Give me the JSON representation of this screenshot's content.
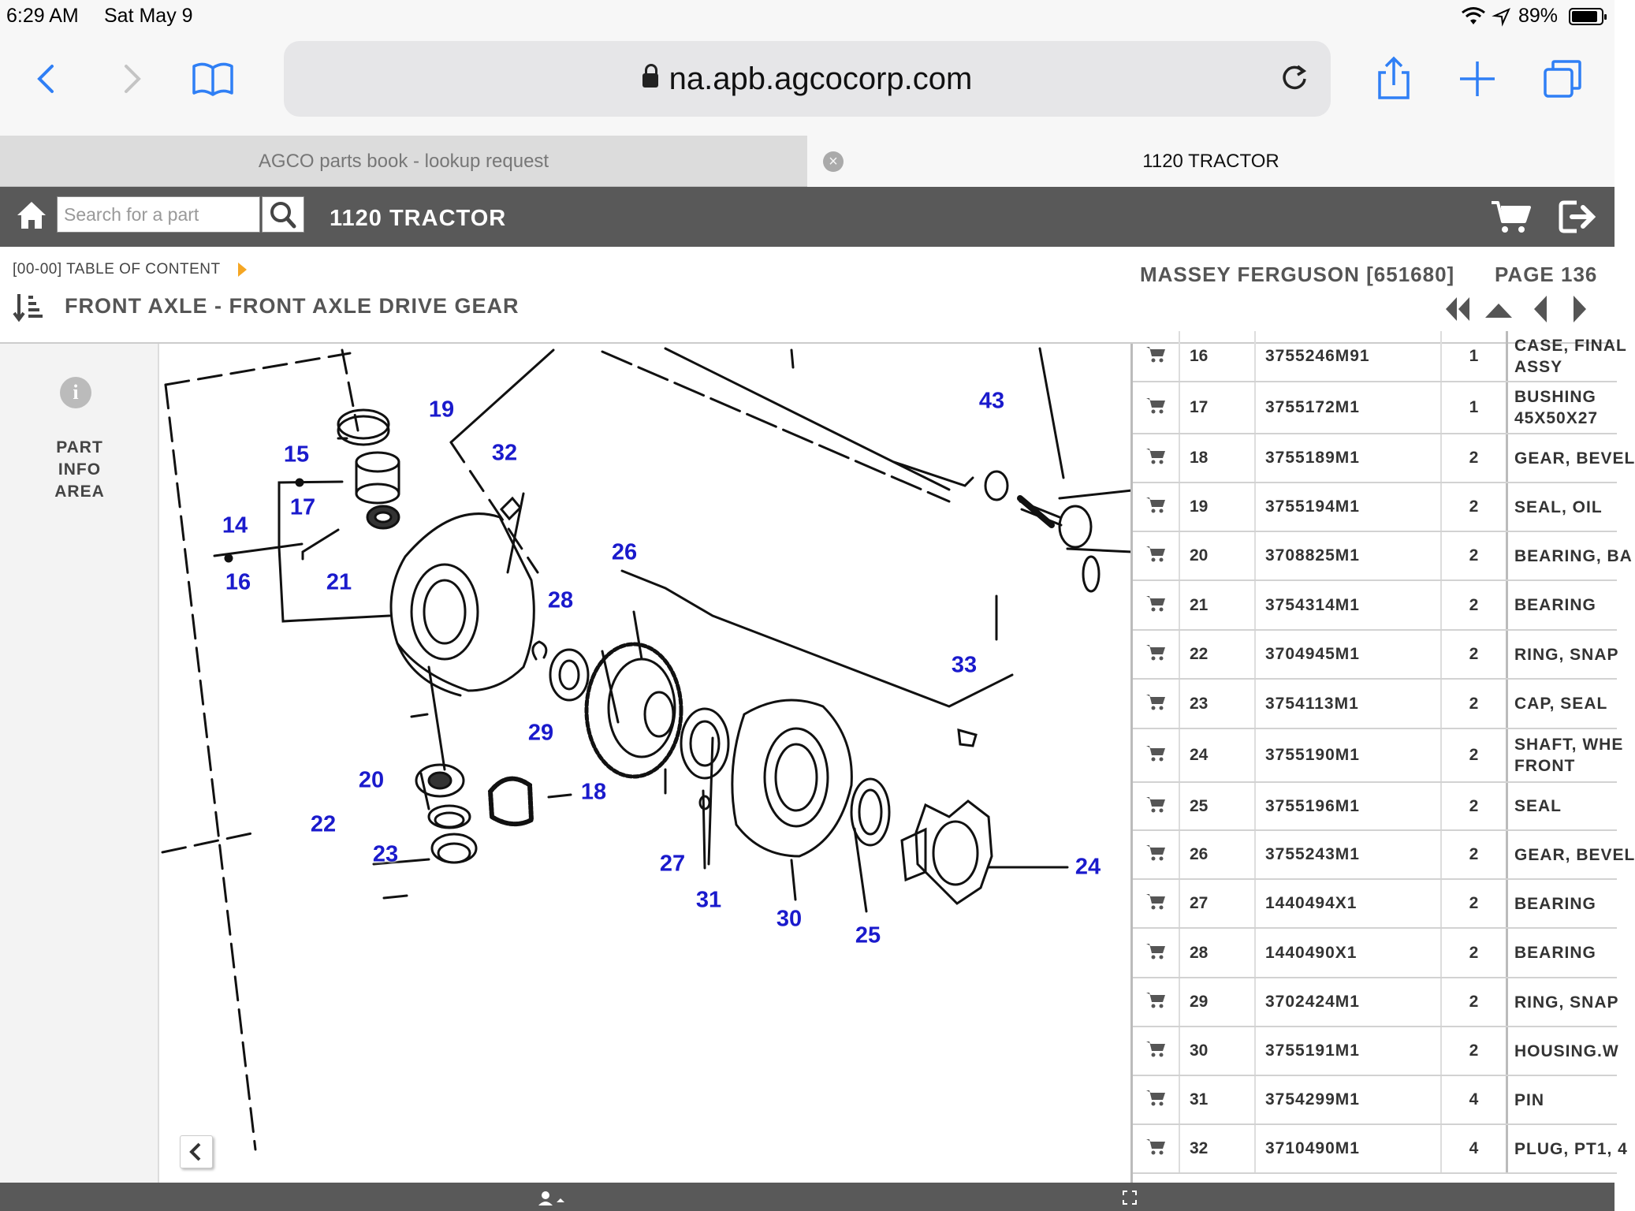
{
  "status_bar": {
    "time": "6:29 AM",
    "date": "Sat May 9",
    "battery": "89%"
  },
  "browser": {
    "url": "na.apb.agcocorp.com",
    "tabs": [
      {
        "label": "AGCO parts book - lookup request"
      },
      {
        "label": "1120 TRACTOR"
      }
    ]
  },
  "header": {
    "search_placeholder": "Search for a part",
    "title": "1120 TRACTOR"
  },
  "subheader": {
    "breadcrumb": "[00-00] TABLE OF CONTENT",
    "page_title": "FRONT AXLE - FRONT AXLE DRIVE GEAR",
    "model": "MASSEY FERGUSON [651680]",
    "page": "PAGE 136"
  },
  "left_pane": {
    "info_line1": "PART",
    "info_line2": "INFO",
    "info_line3": "AREA"
  },
  "diagram": {
    "callouts": [
      "19",
      "15",
      "17",
      "14",
      "16",
      "32",
      "21",
      "26",
      "28",
      "43",
      "29",
      "33",
      "20",
      "18",
      "22",
      "23",
      "27",
      "31",
      "30",
      "25",
      "24"
    ]
  },
  "parts": {
    "rows": [
      {
        "ref": "16",
        "part_no": "3755246M91",
        "qty": "1",
        "desc1": "CASE, FINAL",
        "desc2": "ASSY"
      },
      {
        "ref": "17",
        "part_no": "3755172M1",
        "qty": "1",
        "desc1": "BUSHING",
        "desc2": "45X50X27"
      },
      {
        "ref": "18",
        "part_no": "3755189M1",
        "qty": "2",
        "desc1": "GEAR, BEVEL",
        "desc2": ""
      },
      {
        "ref": "19",
        "part_no": "3755194M1",
        "qty": "2",
        "desc1": "SEAL, OIL",
        "desc2": ""
      },
      {
        "ref": "20",
        "part_no": "3708825M1",
        "qty": "2",
        "desc1": "BEARING, BA",
        "desc2": ""
      },
      {
        "ref": "21",
        "part_no": "3754314M1",
        "qty": "2",
        "desc1": "BEARING",
        "desc2": ""
      },
      {
        "ref": "22",
        "part_no": "3704945M1",
        "qty": "2",
        "desc1": "RING, SNAP",
        "desc2": ""
      },
      {
        "ref": "23",
        "part_no": "3754113M1",
        "qty": "2",
        "desc1": "CAP, SEAL",
        "desc2": ""
      },
      {
        "ref": "24",
        "part_no": "3755190M1",
        "qty": "2",
        "desc1": "SHAFT, WHE",
        "desc2": "FRONT"
      },
      {
        "ref": "25",
        "part_no": "3755196M1",
        "qty": "2",
        "desc1": "SEAL",
        "desc2": ""
      },
      {
        "ref": "26",
        "part_no": "3755243M1",
        "qty": "2",
        "desc1": "GEAR, BEVEL",
        "desc2": ""
      },
      {
        "ref": "27",
        "part_no": "1440494X1",
        "qty": "2",
        "desc1": "BEARING",
        "desc2": ""
      },
      {
        "ref": "28",
        "part_no": "1440490X1",
        "qty": "2",
        "desc1": "BEARING",
        "desc2": ""
      },
      {
        "ref": "29",
        "part_no": "3702424M1",
        "qty": "2",
        "desc1": "RING, SNAP",
        "desc2": ""
      },
      {
        "ref": "30",
        "part_no": "3755191M1",
        "qty": "2",
        "desc1": "HOUSING.W",
        "desc2": ""
      },
      {
        "ref": "31",
        "part_no": "3754299M1",
        "qty": "4",
        "desc1": "PIN",
        "desc2": ""
      },
      {
        "ref": "32",
        "part_no": "3710490M1",
        "qty": "4",
        "desc1": "PLUG, PT1, 4",
        "desc2": ""
      }
    ]
  },
  "colors": {
    "header_bg": "#595959",
    "callout": "#1a1acc",
    "accent": "#f5a623",
    "link_blue": "#2f7ff5"
  }
}
